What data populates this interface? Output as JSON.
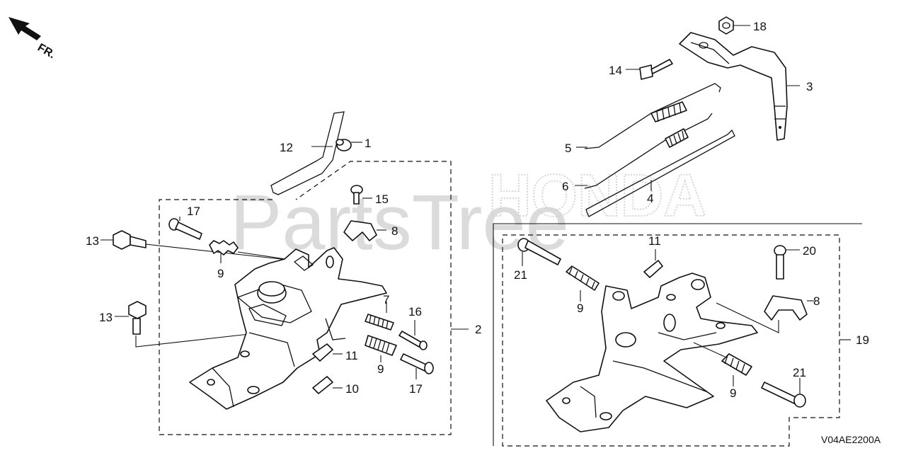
{
  "orientation": {
    "label": "FR.",
    "icon": "front-direction-arrow-icon"
  },
  "watermarks": {
    "primary": "PartsTree",
    "secondary": "HONDA"
  },
  "diagram_code": "V04AE2200A",
  "callouts": {
    "c1": "1",
    "c2": "2",
    "c3": "3",
    "c4": "4",
    "c5": "5",
    "c6": "6",
    "c7": "7",
    "c8a": "8",
    "c8b": "8",
    "c9a": "9",
    "c9b": "9",
    "c9c": "9",
    "c9d": "9",
    "c10": "10",
    "c11a": "11",
    "c11b": "11",
    "c12": "12",
    "c13a": "13",
    "c13b": "13",
    "c14": "14",
    "c15": "15",
    "c16": "16",
    "c17a": "17",
    "c17b": "17",
    "c18": "18",
    "c19": "19",
    "c20": "20",
    "c21a": "21",
    "c21b": "21"
  }
}
